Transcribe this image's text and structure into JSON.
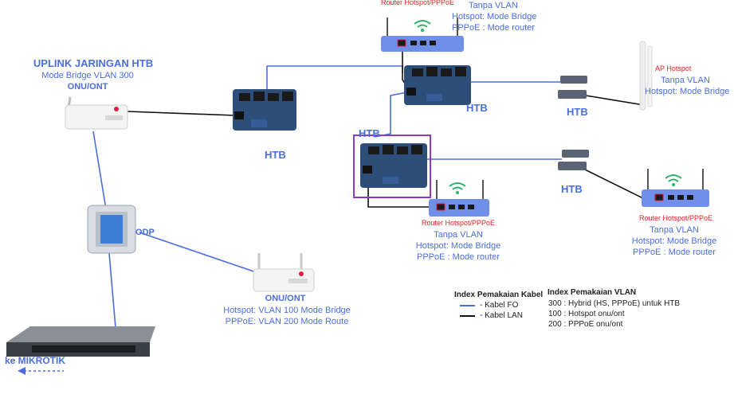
{
  "uplink": {
    "title": "UPLINK JARINGAN HTB",
    "subtitle": "Mode Bridge VLAN 300",
    "onu_label": "ONU/ONT"
  },
  "htb_labels": {
    "left": "HTB",
    "top_center": "HTB",
    "top_right": "HTB",
    "mid_selected": "HTB",
    "mid_right": "HTB"
  },
  "router_top": {
    "title": "Router Hotspot/PPPoE",
    "line1": "Tanpa VLAN",
    "line2": "Hotspot: Mode Bridge",
    "line3": "PPPoE : Mode router"
  },
  "ap": {
    "title": "AP Hotspot",
    "line1": "Tanpa VLAN",
    "line2": "Hotspot: Mode Bridge"
  },
  "router_mid": {
    "title": "Router Hotspot/PPPoE",
    "line1": "Tanpa VLAN",
    "line2": "Hotspot: Mode Bridge",
    "line3": "PPPoE : Mode router"
  },
  "router_right": {
    "title": "Router Hotspot/PPPoE",
    "line1": "Tanpa VLAN",
    "line2": "Hotspot: Mode Bridge",
    "line3": "PPPoE : Mode router"
  },
  "odp": {
    "label": "ODP"
  },
  "onu_bottom": {
    "title": "ONU/ONT",
    "line1": "Hotspot: VLAN 100 Mode Bridge",
    "line2": "PPPoE: VLAN 200 Mode Route"
  },
  "olt": {
    "label": "ke MIKROTIK"
  },
  "legend_cable": {
    "title": "Index Pemakaian Kabel",
    "fo": "- Kabel FO",
    "lan": "- Kabel LAN"
  },
  "legend_vlan": {
    "title": "Index Pemakaian VLAN",
    "items": [
      "300 : Hybrid (HS, PPPoE) untuk HTB",
      "100 : Hotspot onu/ont",
      "200 :  PPPoE onu/ont"
    ]
  },
  "colors": {
    "fiber": "#4a6ee0",
    "lan": "#111111",
    "router_body": "#6f8fe8",
    "switch_body": "#2e4e7a",
    "selection": "#8a3cc8",
    "wifi": "#2fb36a"
  }
}
